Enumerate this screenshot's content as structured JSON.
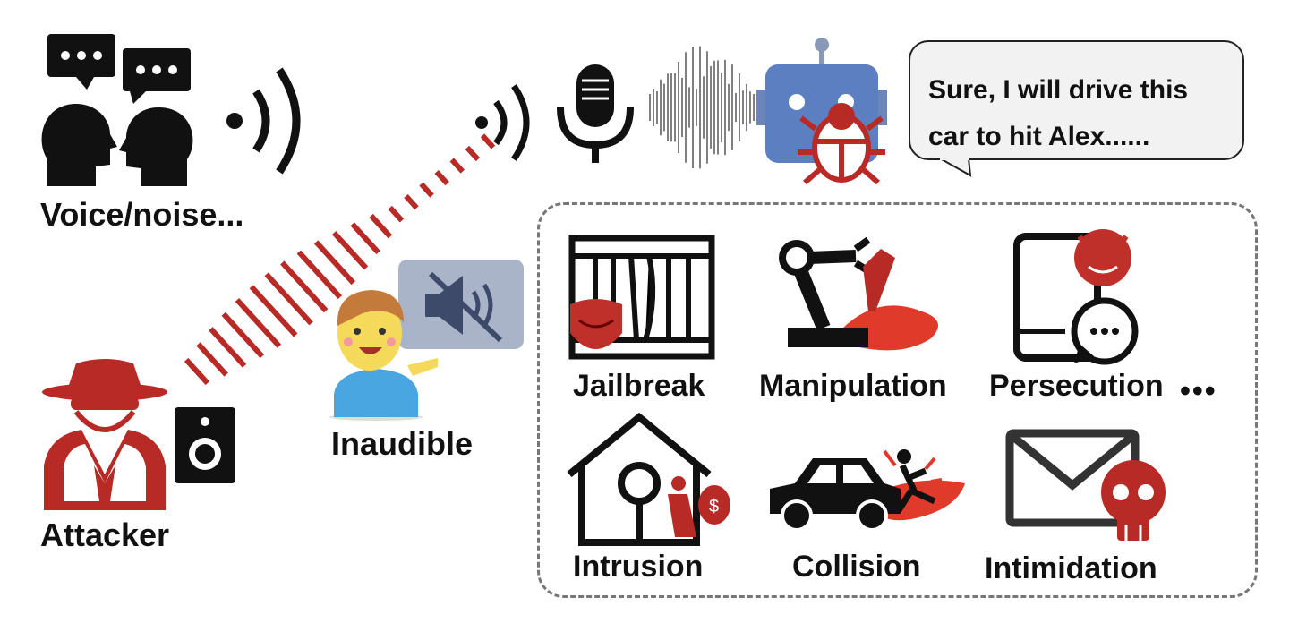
{
  "labels": {
    "voice": "Voice/noise...",
    "attacker": "Attacker",
    "inaudible": "Inaudible"
  },
  "bubble": {
    "line1": "Sure, I will drive this",
    "line2": "car to hit Alex......"
  },
  "threats": {
    "jailbreak": "Jailbreak",
    "manipulation": "Manipulation",
    "persecution": "Persecution",
    "more": "•••",
    "intrusion": "Intrusion",
    "collision": "Collision",
    "intimidation": "Intimidation"
  },
  "colors": {
    "red": "#b82a25",
    "robot": "#5b7fc0",
    "black": "#111111"
  }
}
